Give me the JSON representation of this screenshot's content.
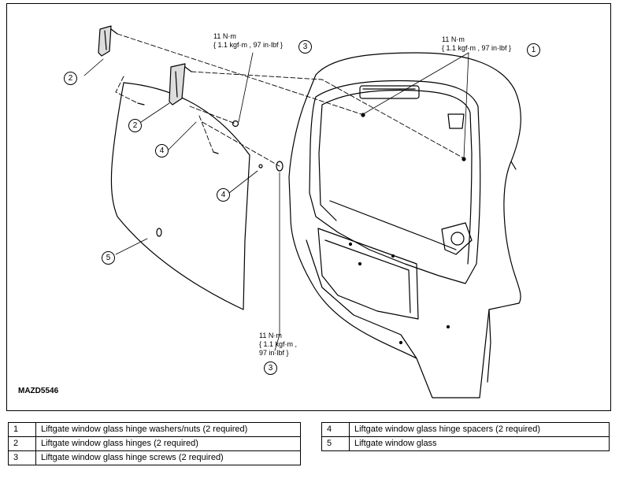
{
  "figure_id": "MAZD5546",
  "torque_labels": {
    "top_left": [
      "11 N·m",
      "{ 1.1 kgf·m , 97 in·lbf }"
    ],
    "top_right": [
      "11 N·m",
      "{ 1.1 kgf·m , 97 in·lbf }"
    ],
    "bottom": [
      "11 N·m",
      "{ 1.1 kgf·m ,",
      "97 in·lbf }"
    ]
  },
  "callouts": {
    "one": "1",
    "two_a": "2",
    "two_b": "2",
    "three_top": "3",
    "three_bottom": "3",
    "four_a": "4",
    "four_b": "4",
    "five": "5"
  },
  "legend_left": [
    {
      "num": "1",
      "text": "Liftgate window glass hinge washers/nuts (2 required)"
    },
    {
      "num": "2",
      "text": "Liftgate window glass hinges (2 required)"
    },
    {
      "num": "3",
      "text": "Liftgate window glass hinge screws (2 required)"
    }
  ],
  "legend_right": [
    {
      "num": "4",
      "text": "Liftgate window glass hinge spacers (2 required)"
    },
    {
      "num": "5",
      "text": "Liftgate window glass"
    }
  ]
}
